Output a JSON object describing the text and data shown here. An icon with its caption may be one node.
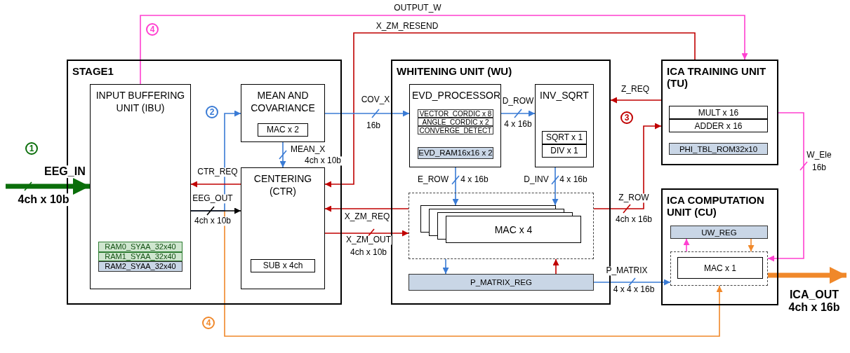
{
  "diagram": {
    "nodes": [
      {
        "text": [
          "STAGE1"
        ]
      },
      {
        "text": [
          "INPUT BUFFERING UNIT (IBU)"
        ],
        "in": 0
      },
      {
        "text": [
          "RAM0_SYAA_32x40"
        ],
        "in": 1
      },
      {
        "text": [
          "RAM1_SYAA_32x40"
        ],
        "in": 1
      },
      {
        "text": [
          "RAM2_SYAA_32x40"
        ],
        "in": 1
      },
      {
        "text": [
          "MEAN AND COVARIANCE"
        ],
        "in": 0
      },
      {
        "text": [
          "MAC x 2"
        ],
        "in": 5
      },
      {
        "text": [
          "CENTERING (CTR)"
        ],
        "in": 0
      },
      {
        "text": [
          "SUB x 4ch"
        ],
        "in": 7
      },
      {
        "text": [
          "WHITENING UNIT (WU)"
        ]
      },
      {
        "text": [
          "EVD_PROCESSOR"
        ],
        "in": 9
      },
      {
        "text": [
          "VECTOR_CORDIC x 8"
        ],
        "in": 10
      },
      {
        "text": [
          "ANGLE_CORDIC x 2"
        ],
        "in": 10
      },
      {
        "text": [
          "CONVERGE_DETECT"
        ],
        "in": 10
      },
      {
        "text": [
          "EVD_RAM16x16 x 2"
        ],
        "in": 10
      },
      {
        "text": [
          "INV_SQRT"
        ],
        "in": 9
      },
      {
        "text": [
          "SQRT x 1"
        ],
        "in": 15
      },
      {
        "text": [
          "DIV x 1"
        ],
        "in": 15
      },
      {
        "text": [],
        "shape": "box",
        "in": 9
      },
      {
        "text": [
          "MAC x 4"
        ],
        "in": 18
      },
      {
        "text": [
          "P_MATRIX_REG"
        ],
        "in": 9
      },
      {
        "text": [
          "ICA TRAINING UNIT (TU)"
        ]
      },
      {
        "text": [
          "MULT x 16"
        ],
        "in": 21
      },
      {
        "text": [
          "ADDER x 16"
        ],
        "in": 21
      },
      {
        "text": [
          "PHI_TBL_ROM32x10"
        ],
        "in": 21
      },
      {
        "text": [
          "ICA COMPUTATION UNIT (CU)"
        ]
      },
      {
        "text": [
          "UW_REG"
        ],
        "in": 25
      },
      {
        "text": [],
        "shape": "box",
        "in": 25
      },
      {
        "text": [
          "MAC x 1"
        ],
        "in": 27
      }
    ],
    "edges": [
      {
        "from": null,
        "to": 1,
        "arrow": "to",
        "label": "EEG_IN",
        "style": "thick",
        "color": "#0a6e0a"
      },
      {
        "from": 1,
        "to": 7,
        "arrow": "to",
        "label": "EEG_OUT",
        "color": "#000000"
      },
      {
        "from": 7,
        "to": 1,
        "arrow": "to",
        "label": "CTR_REQ",
        "color": "#c00000"
      },
      {
        "from": 1,
        "to": 5,
        "arrow": "to"
      },
      {
        "from": 5,
        "to": 7,
        "arrow": "to",
        "label": "MEAN_X"
      },
      {
        "from": 5,
        "to": 10,
        "arrow": "to",
        "label": "COV_X"
      },
      {
        "from": 7,
        "to": 18,
        "arrow": "to",
        "label": "X_ZM_OUT",
        "color": "#c00000"
      },
      {
        "from": 18,
        "to": 7,
        "arrow": "to",
        "label": "X_ZM_REQ",
        "color": "#c00000"
      },
      {
        "from": 21,
        "to": 7,
        "arrow": "to",
        "label": "X_ZM_RESEND",
        "color": "#c00000"
      },
      {
        "from": 10,
        "to": 15,
        "arrow": "to",
        "label": "D_ROW"
      },
      {
        "from": 10,
        "to": 19,
        "arrow": "to",
        "label": "E_ROW"
      },
      {
        "from": 15,
        "to": 19,
        "arrow": "to",
        "label": "D_INV"
      },
      {
        "from": 18,
        "to": 20,
        "arrow": "to"
      },
      {
        "from": 20,
        "to": 18,
        "arrow": "to",
        "color": "#c00000"
      },
      {
        "from": 21,
        "to": 9,
        "arrow": "to",
        "label": "Z_REQ",
        "color": "#c00000"
      },
      {
        "from": 18,
        "to": 21,
        "arrow": "to",
        "label": "Z_ROW",
        "color": "#c00000"
      },
      {
        "from": 20,
        "to": 27,
        "arrow": "to",
        "label": "P_MATRIX"
      },
      {
        "from": 1,
        "to": 21,
        "arrow": "to",
        "label": "OUTPUT_W",
        "color": "#ff40d0"
      },
      {
        "from": 21,
        "to": 27,
        "arrow": "to",
        "label": "W_Ele",
        "color": "#ff40d0"
      },
      {
        "from": 27,
        "to": 26,
        "arrow": "to",
        "color": "#ff40d0"
      },
      {
        "from": 26,
        "to": 27,
        "arrow": "to",
        "color": "#f0882a"
      },
      {
        "from": 1,
        "to": 27,
        "arrow": "to",
        "color": "#f0882a"
      },
      {
        "from": 27,
        "to": null,
        "arrow": "to",
        "label": "ICA_OUT",
        "style": "thick",
        "color": "#f0882a"
      }
    ],
    "labels": [
      "4",
      "2",
      "16b",
      "4 x 16b",
      "1",
      "3",
      "4ch x 10b",
      "4 x 16b",
      "4 x 16b",
      "16b",
      "4ch x 10b",
      "4ch x 10b",
      "4ch x 16b",
      "4ch x 10b",
      "4 x 4 x 16b",
      "4ch x 16b",
      "4"
    ]
  }
}
